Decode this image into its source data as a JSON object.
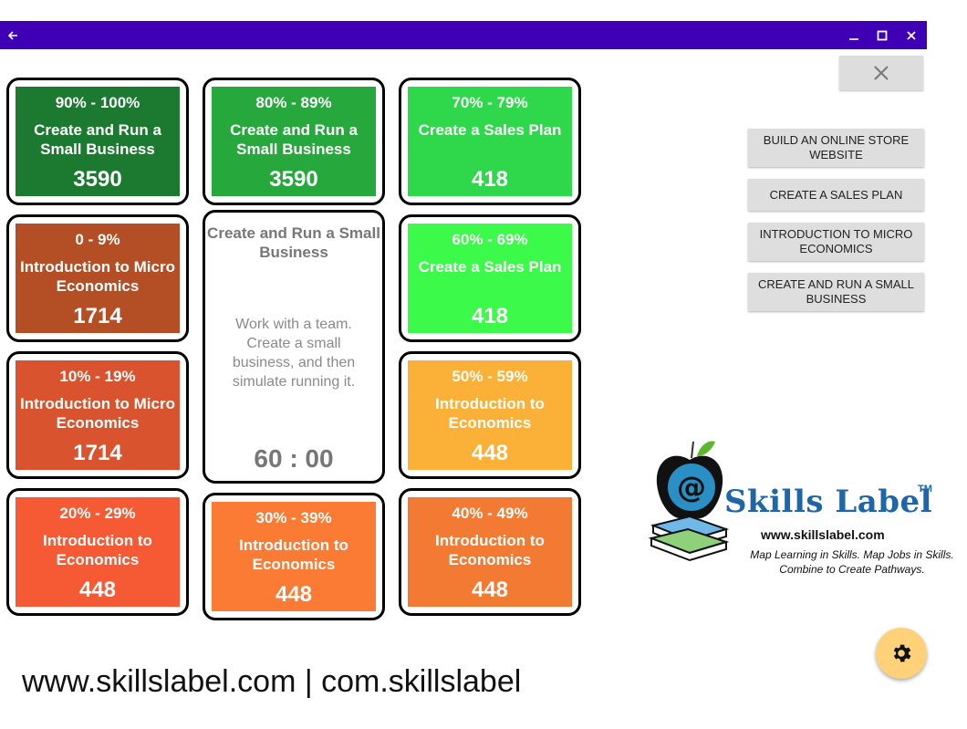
{
  "titlebar": {
    "icons": [
      "back-arrow-icon",
      "minimize-icon",
      "maximize-icon",
      "close-icon"
    ]
  },
  "panel_close_icon": "close-icon",
  "cards": [
    {
      "range": "90% - 100%",
      "title": "Create and Run a Small Business",
      "count": "3590",
      "color": "#1b7a2f"
    },
    {
      "range": "80% - 89%",
      "title": "Create and Run a Small Business",
      "count": "3590",
      "color": "#27a83c"
    },
    {
      "range": "70% - 79%",
      "title": "Create a Sales Plan",
      "count": "418",
      "color": "#2fd84a"
    },
    {
      "range": "0 - 9%",
      "title": "Introduction to Micro Economics",
      "count": "1714",
      "color": "#b44e25"
    },
    {
      "range": "60% - 69%",
      "title": "Create a Sales Plan",
      "count": "418",
      "color": "#3cfa4a"
    },
    {
      "range": "10% - 19%",
      "title": "Introduction to Micro Economics",
      "count": "1714",
      "color": "#d9532e"
    },
    {
      "range": "50% - 59%",
      "title": "Introduction to Economics",
      "count": "448",
      "color": "#fbb137"
    },
    {
      "range": "20% - 29%",
      "title": "Introduction to Economics",
      "count": "448",
      "color": "#f55a34"
    },
    {
      "range": "30% - 39%",
      "title": "Introduction to Economics",
      "count": "448",
      "color": "#fb7b34"
    },
    {
      "range": "40% - 49%",
      "title": "Introduction to Economics",
      "count": "448",
      "color": "#f27a33"
    }
  ],
  "detail": {
    "title": "Create and Run a Small Business",
    "description": "Work with a team. Create a small business, and then simulate running it.",
    "timer": "60 : 00"
  },
  "side_buttons": [
    "BUILD AN ONLINE STORE WEBSITE",
    "CREATE A SALES PLAN",
    "INTRODUCTION TO MICRO ECONOMICS",
    "CREATE AND RUN A SMALL BUSINESS"
  ],
  "logo": {
    "name": "Skills Label",
    "tm": "TM",
    "url": "www.skillslabel.com",
    "tagline": "Map Learning in Skills. Map Jobs in Skills. Combine to Create Pathways."
  },
  "settings_icon": "gear-icon",
  "footer": "www.skillslabel.com | com.skillslabel"
}
